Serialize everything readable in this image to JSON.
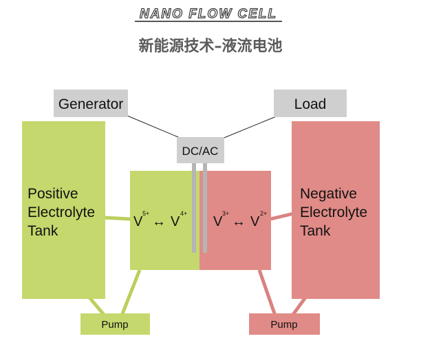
{
  "header": {
    "logo_text": "NANO FLOW CELL",
    "subtitle": "新能源技术–液流电池"
  },
  "nodes": {
    "generator": "Generator",
    "load": "Load",
    "converter": "DC/AC",
    "positive_tank": [
      "Positive",
      "Electrolyte",
      "Tank"
    ],
    "negative_tank": [
      "Negative",
      "Electrolyte",
      "Tank"
    ],
    "pump_left": "Pump",
    "pump_right": "Pump"
  },
  "reactions": {
    "positive": {
      "base1": "V",
      "sup1": "5+",
      "arrow": "↔",
      "base2": "V",
      "sup2": "4+"
    },
    "negative": {
      "base1": "V",
      "sup1": "3+",
      "arrow": "↔",
      "base2": "V",
      "sup2": "2+"
    }
  },
  "colors": {
    "positive_fill": "#c5d86d",
    "negative_fill": "#e08b87",
    "positive_line": "#bccf5e",
    "negative_line": "#d98380",
    "node_gray": "#cfcfcf",
    "electrode_gray": "#b5b5b5",
    "wire": "#222222"
  }
}
